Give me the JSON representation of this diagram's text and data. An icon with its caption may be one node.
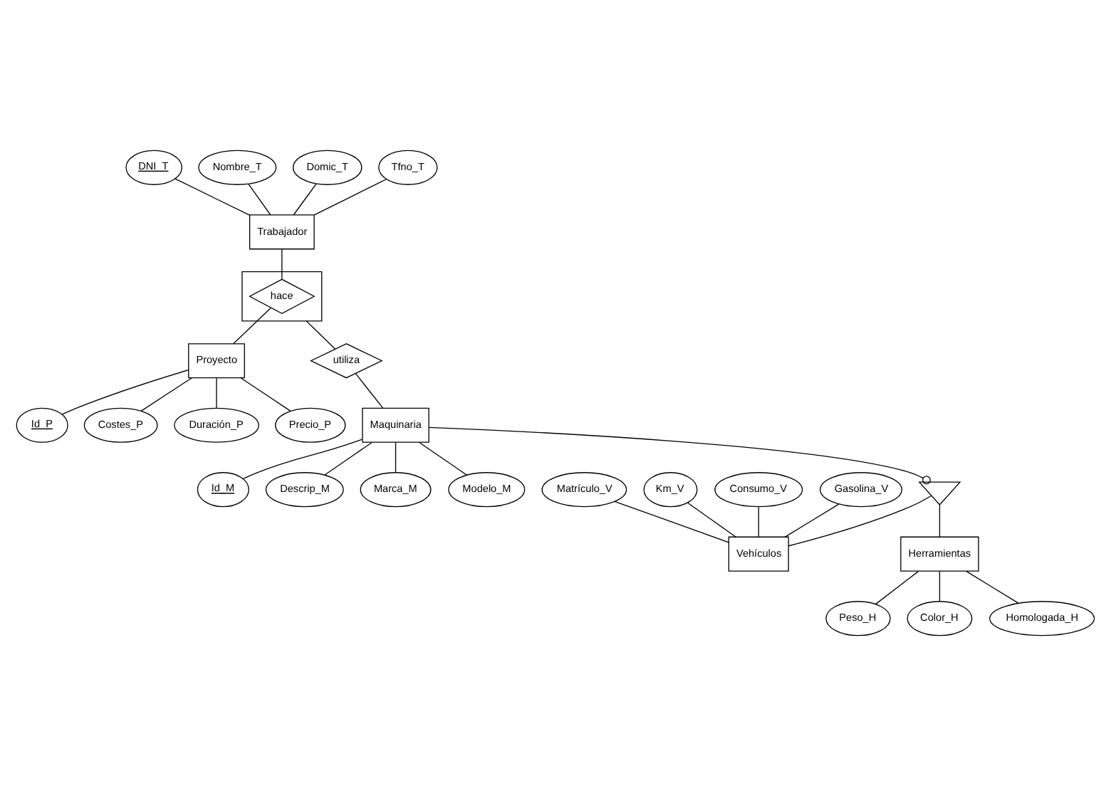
{
  "diagram": {
    "nodes": [
      {
        "text": [
          "DNI_T"
        ]
      },
      {
        "text": [
          "Nombre_T"
        ]
      },
      {
        "text": [
          "Domic_T"
        ]
      },
      {
        "text": [
          "Tfno_T"
        ]
      },
      {
        "text": [
          "Trabajador"
        ]
      },
      {
        "text": [],
        "shape": "box"
      },
      {
        "text": [
          "hace"
        ],
        "in": 5
      },
      {
        "text": [
          "Proyecto"
        ]
      },
      {
        "text": [
          "Id_P"
        ]
      },
      {
        "text": [
          "Costes_P"
        ]
      },
      {
        "text": [
          "Duración_P"
        ]
      },
      {
        "text": [
          "Precio_P"
        ]
      },
      {
        "text": [
          "utiliza"
        ]
      },
      {
        "text": [
          "Id_M"
        ]
      },
      {
        "text": [
          "Maquinaria"
        ]
      },
      {
        "text": [
          "Descrip_M"
        ]
      },
      {
        "text": [
          "Marca_M"
        ]
      },
      {
        "text": [
          "Modelo_M"
        ]
      },
      {
        "text": [],
        "shape": "triangle"
      },
      {
        "text": [
          "Matrículo_V"
        ]
      },
      {
        "text": [
          "Km_V"
        ]
      },
      {
        "text": [
          "Vehículos"
        ]
      },
      {
        "text": [
          "Consumo_V"
        ]
      },
      {
        "text": [
          "Herramientas"
        ]
      },
      {
        "text": [
          "Peso_H"
        ]
      },
      {
        "text": [
          "Gasolina_V"
        ]
      },
      {
        "text": [
          "Color_H"
        ]
      },
      {
        "text": [
          "Homologada_H"
        ]
      }
    ],
    "edges": [
      {
        "from": 0,
        "to": 4,
        "arrow": "none"
      },
      {
        "from": 1,
        "to": 4,
        "arrow": "none"
      },
      {
        "from": 2,
        "to": 4,
        "arrow": "none"
      },
      {
        "from": 3,
        "to": 4,
        "arrow": "none"
      },
      {
        "from": 4,
        "to": 6,
        "arrow": "none"
      },
      {
        "from": 6,
        "to": 7,
        "arrow": "none"
      },
      {
        "from": 7,
        "to": 8,
        "arrow": "none"
      },
      {
        "from": 7,
        "to": 9,
        "arrow": "none"
      },
      {
        "from": 7,
        "to": 10,
        "arrow": "none"
      },
      {
        "from": 7,
        "to": 11,
        "arrow": "none"
      },
      {
        "from": 5,
        "to": 12,
        "arrow": "none"
      },
      {
        "from": 12,
        "to": 14,
        "arrow": "none"
      },
      {
        "from": 14,
        "to": 13,
        "arrow": "none"
      },
      {
        "from": 14,
        "to": 15,
        "arrow": "none"
      },
      {
        "from": 14,
        "to": 16,
        "arrow": "none"
      },
      {
        "from": 14,
        "to": 17,
        "arrow": "none"
      },
      {
        "from": 14,
        "to": 18,
        "arrow": "other"
      },
      {
        "from": 18,
        "to": 21,
        "arrow": "none"
      },
      {
        "from": 18,
        "to": 23,
        "arrow": "none"
      },
      {
        "from": 19,
        "to": 21,
        "arrow": "none"
      },
      {
        "from": 20,
        "to": 21,
        "arrow": "none"
      },
      {
        "from": 22,
        "to": 21,
        "arrow": "none"
      },
      {
        "from": 25,
        "to": 21,
        "arrow": "none"
      },
      {
        "from": 23,
        "to": 24,
        "arrow": "none"
      },
      {
        "from": 23,
        "to": 26,
        "arrow": "none"
      },
      {
        "from": 23,
        "to": 27,
        "arrow": "none"
      }
    ]
  }
}
